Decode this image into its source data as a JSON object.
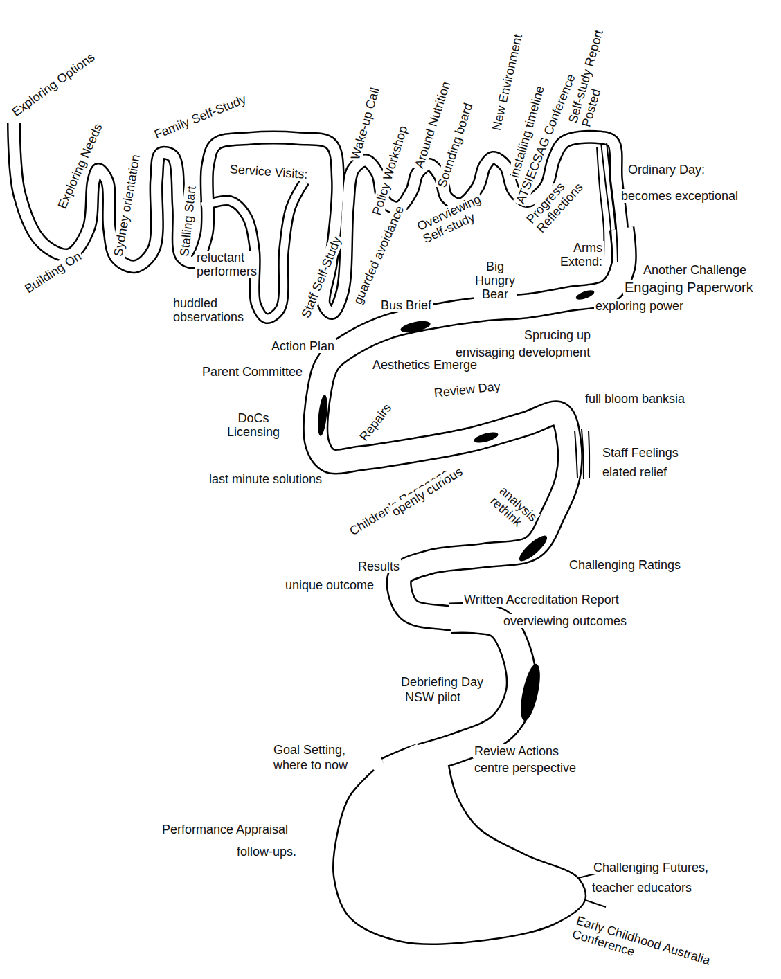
{
  "diagram": {
    "labels": [
      "Exploring Options",
      "Exploring Needs",
      "Sydney orientation",
      "Building On",
      "Family Self-Study",
      "Stalling Start",
      "Service Visits:",
      "reluctant performers",
      "huddled observations",
      "Staff Self-Study",
      "Wake-up Call",
      "guarded avoidance",
      "Policy Workshop",
      "Around Nutrition",
      "Sounding board",
      "New Environment",
      "installing timeline",
      "ATSIECSAG Conference",
      "Self-study Report Posted",
      "Overviewing Self-study",
      "Progress Reflections",
      "Ordinary Day:",
      "becomes exceptional",
      "Arms Extend:",
      "Another Challenge",
      "Engaging Paperwork",
      "exploring power",
      "Big Hungry Bear",
      "Bus Brief",
      "Sprucing up",
      "envisaging development",
      "Action Plan",
      "Parent Committee",
      "Aesthetics Emerge",
      "DoCs Licensing",
      "Repairs",
      "Review Day",
      "full bloom banksia",
      "Staff Feelings",
      "elated relief",
      "last minute solutions",
      "Children's Response",
      "openly curious",
      "analysis rethink",
      "Challenging Ratings",
      "Results",
      "unique outcome",
      "Written Accreditation Report",
      "overviewing outcomes",
      "Debriefing Day",
      "NSW pilot",
      "Goal Setting,",
      "where to now",
      "Review Actions",
      "centre perspective",
      "Performance Appraisal",
      "follow-ups.",
      "Challenging Futures,",
      "teacher educators",
      "Early Childhood Australia Conference"
    ]
  }
}
